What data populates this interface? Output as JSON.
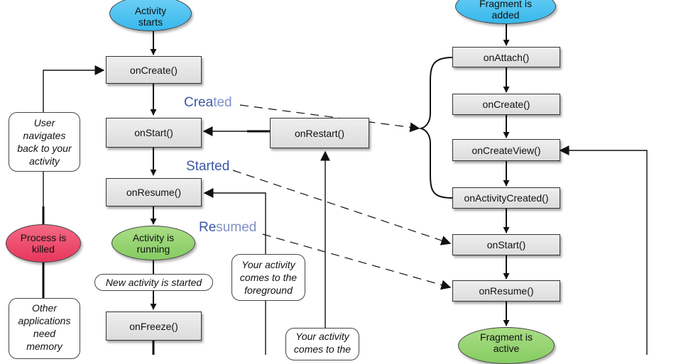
{
  "activity": {
    "start": "Activity starts",
    "on_create": "onCreate()",
    "on_start": "onStart()",
    "on_restart": "onRestart()",
    "on_resume": "onResume()",
    "running": "Activity is running",
    "new_activity": "New activity is started",
    "on_freeze": "onFreeze()",
    "process_killed": "Process is killed",
    "user_navigates": "User navigates back to your activity",
    "other_apps": "Other applications need memory",
    "foreground_1": "Your activity comes to the foreground",
    "foreground_2": "Your activity comes to the"
  },
  "states": {
    "created": {
      "strong": "Crea",
      "light": "ted"
    },
    "started": {
      "strong": "Started",
      "light": ""
    },
    "resumed": {
      "strong": "Re",
      "light": "sumed"
    }
  },
  "fragment": {
    "added": "Fragment is added",
    "on_attach": "onAttach()",
    "on_create": "onCreate()",
    "on_create_view": "onCreateView()",
    "on_activity_created": "onActivityCreated()",
    "on_start": "onStart()",
    "on_resume": "onResume()",
    "active": "Fragment is active"
  },
  "colors": {
    "start_blue": "#4fc3f0",
    "running_green": "#96d272",
    "killed_red": "#ec4a6a",
    "state_text": "#3c58a6"
  }
}
